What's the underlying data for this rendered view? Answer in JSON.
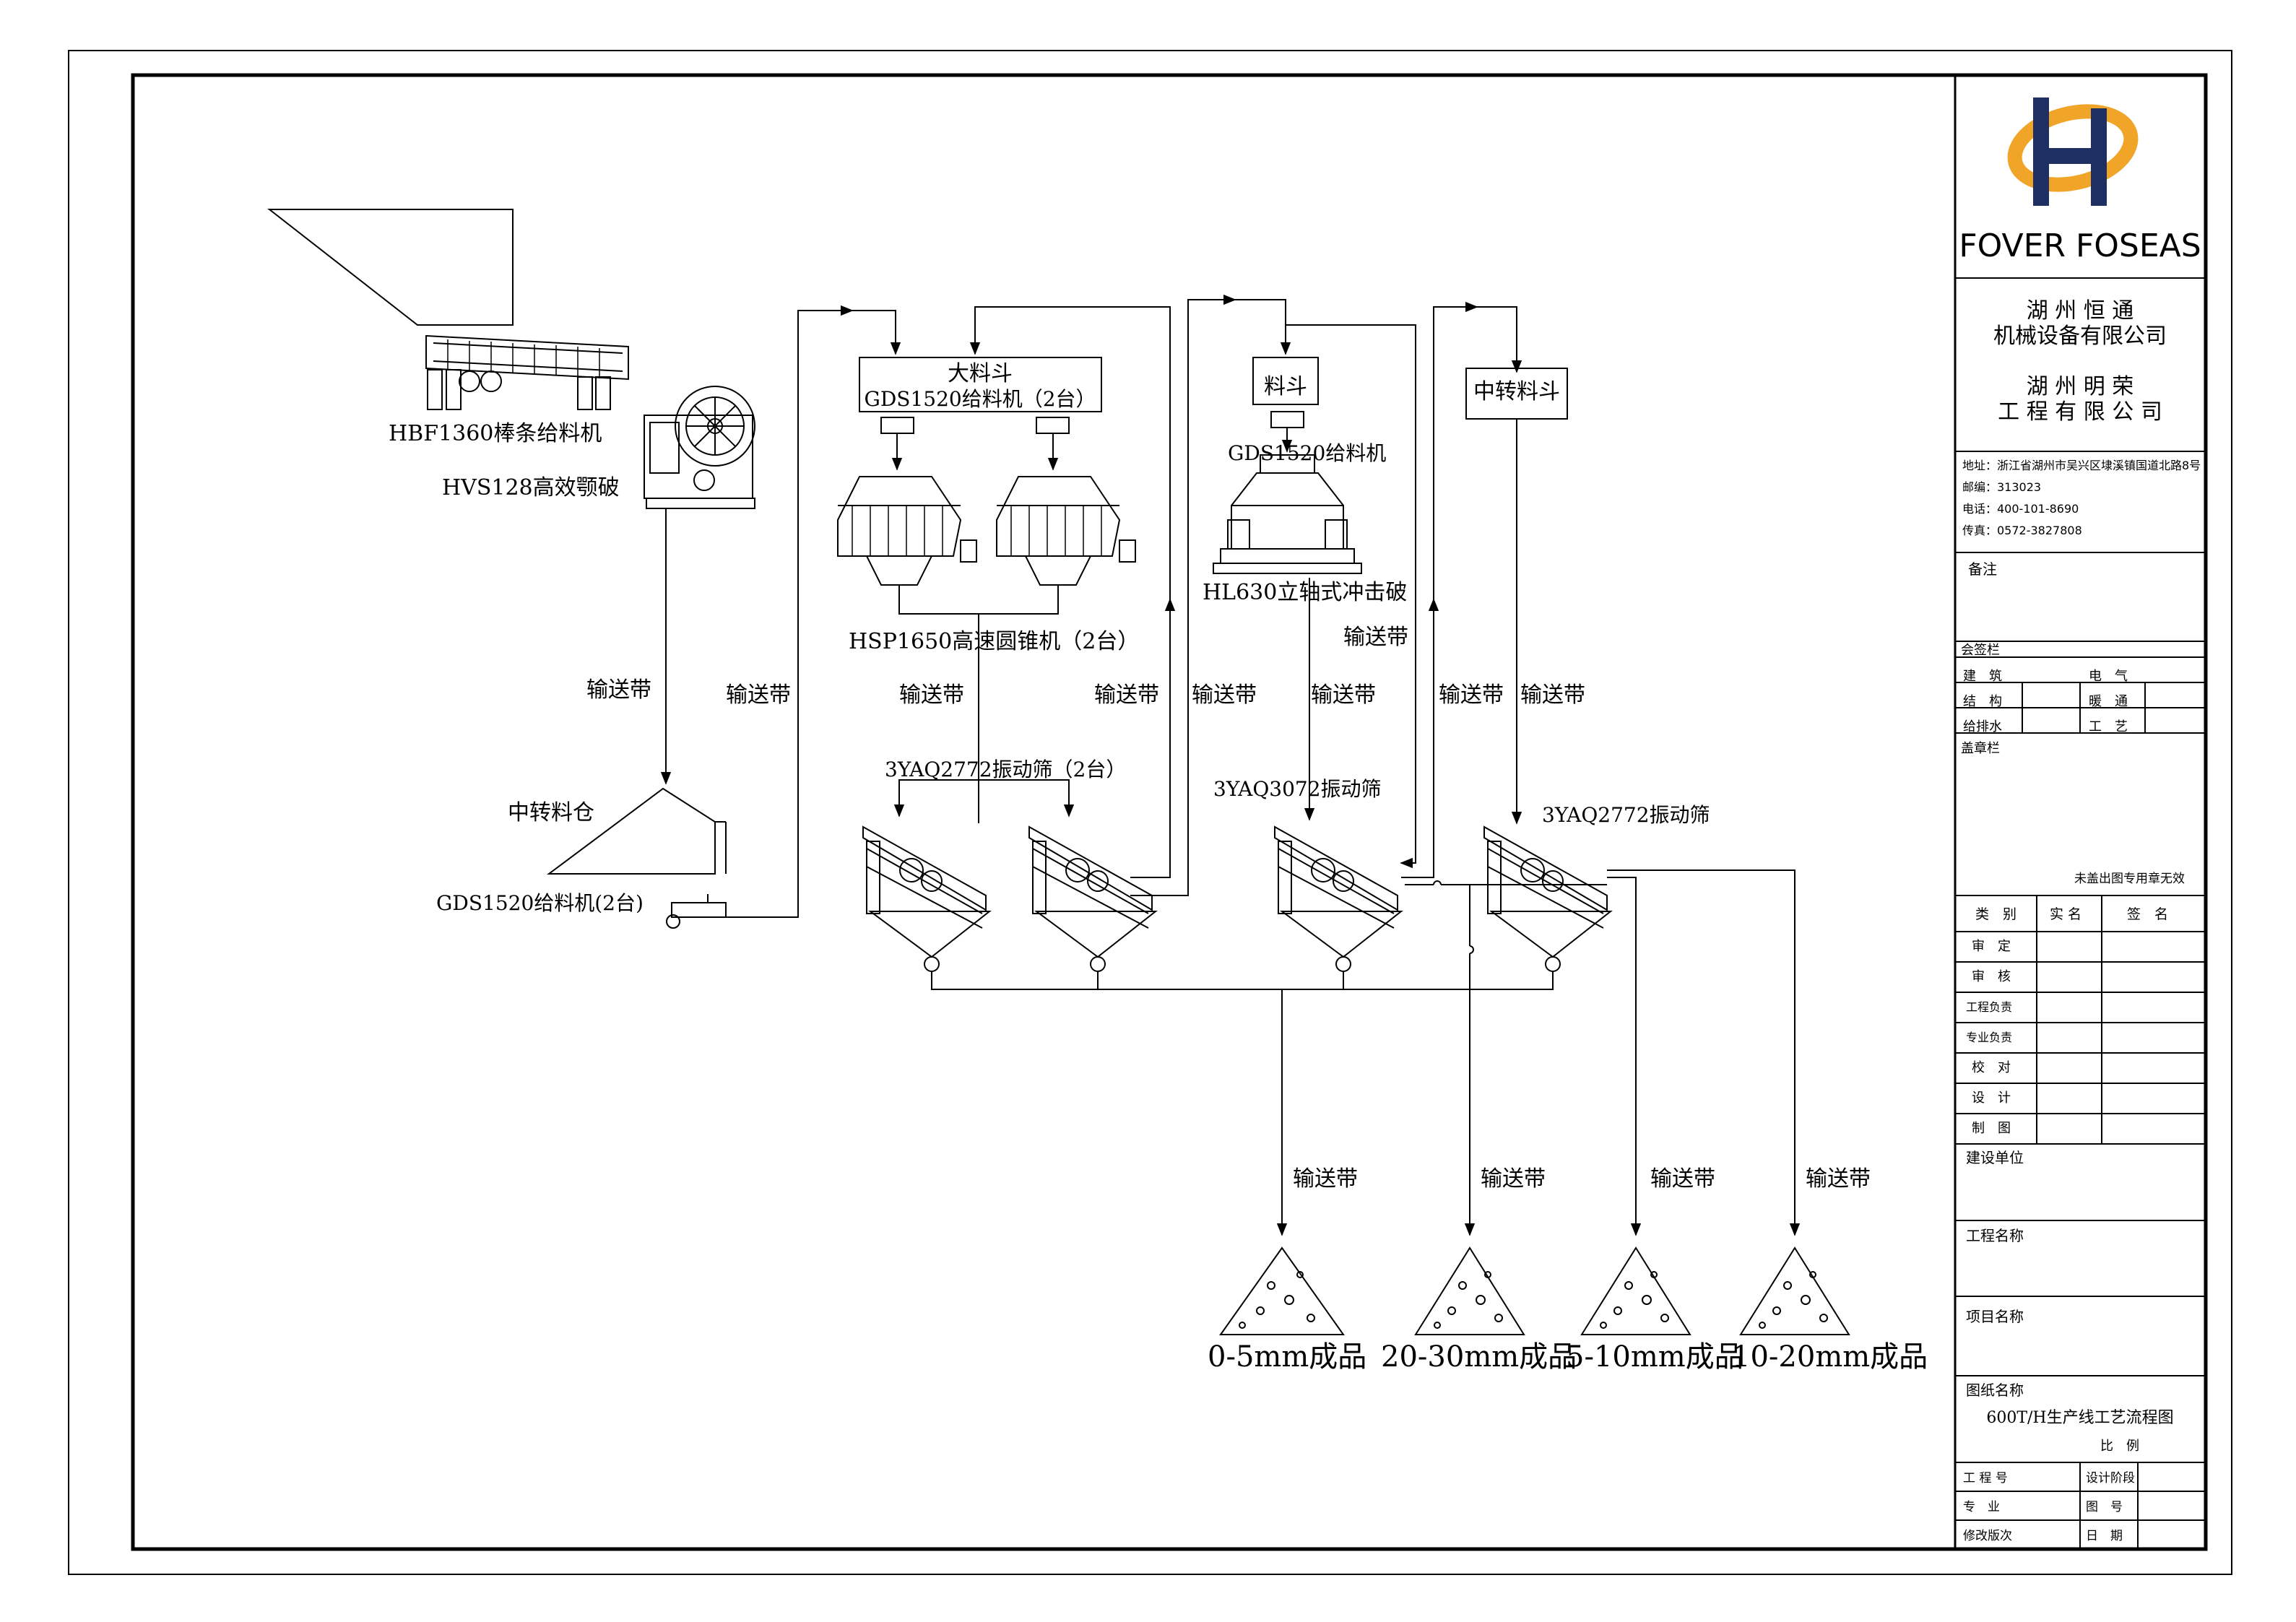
{
  "diagram": {
    "labels": {
      "feeder_hbf": "HBF1360棒条给料机",
      "jaw_crusher": "HVS128高效颚破",
      "stockpile": "中转料仓",
      "feeder_gds_2": "GDS1520给料机(2台)",
      "big_hopper": "大料斗",
      "big_hopper_feeder": "GDS1520给料机（2台）",
      "hopper": "料斗",
      "hopper_feeder": "GDS1520给料机",
      "transfer_hopper": "中转料斗",
      "cone_crusher": "HSP1650高速圆锥机（2台）",
      "vsi_crusher": "HL630立轴式冲击破",
      "screen_1": "3YAQ2772振动筛（2台）",
      "screen_2": "3YAQ3072振动筛",
      "screen_3": "3YAQ2772振动筛"
    },
    "conveyor_label": "输送带",
    "products": [
      "0-5mm成品",
      "20-30mm成品",
      "5-10mm成品",
      "10-20mm成品"
    ]
  },
  "title_block": {
    "brand": "FOVER FOSEAS",
    "company_1a": "湖 州 恒 通",
    "company_1b": "机械设备有限公司",
    "company_2a": "湖 州 明 荣",
    "company_2b": "工 程 有 限 公 司",
    "address": "地址：浙江省湖州市吴兴区埭溪镇国道北路8号",
    "postcode": "邮编：313023",
    "phone": "电话：400-101-8690",
    "fax": "传真：0572-3827808",
    "remarks": "备注",
    "countersign": "会签栏",
    "cs_rows": [
      [
        "建　筑",
        "电　气"
      ],
      [
        "结　构",
        "暖　通"
      ],
      [
        "给排水",
        "工　艺"
      ]
    ],
    "seal": "盖章栏",
    "seal_note": "未盖出图专用章无效",
    "sign_header": [
      "类　别",
      "实 名",
      "签　名"
    ],
    "sign_rows": [
      "审　定",
      "审　核",
      "工程负责",
      "专业负责",
      "校　对",
      "设　计",
      "制　图"
    ],
    "client": "建设单位",
    "project_name": "工程名称",
    "item_name": "项目名称",
    "drawing_name_label": "图纸名称",
    "drawing_name": "600T/H生产线工艺流程图",
    "scale": "比　例",
    "bottom_rows": [
      [
        "工 程 号",
        "设计阶段"
      ],
      [
        "专　业",
        "图　号"
      ],
      [
        "修改版次",
        "日　期"
      ]
    ]
  }
}
